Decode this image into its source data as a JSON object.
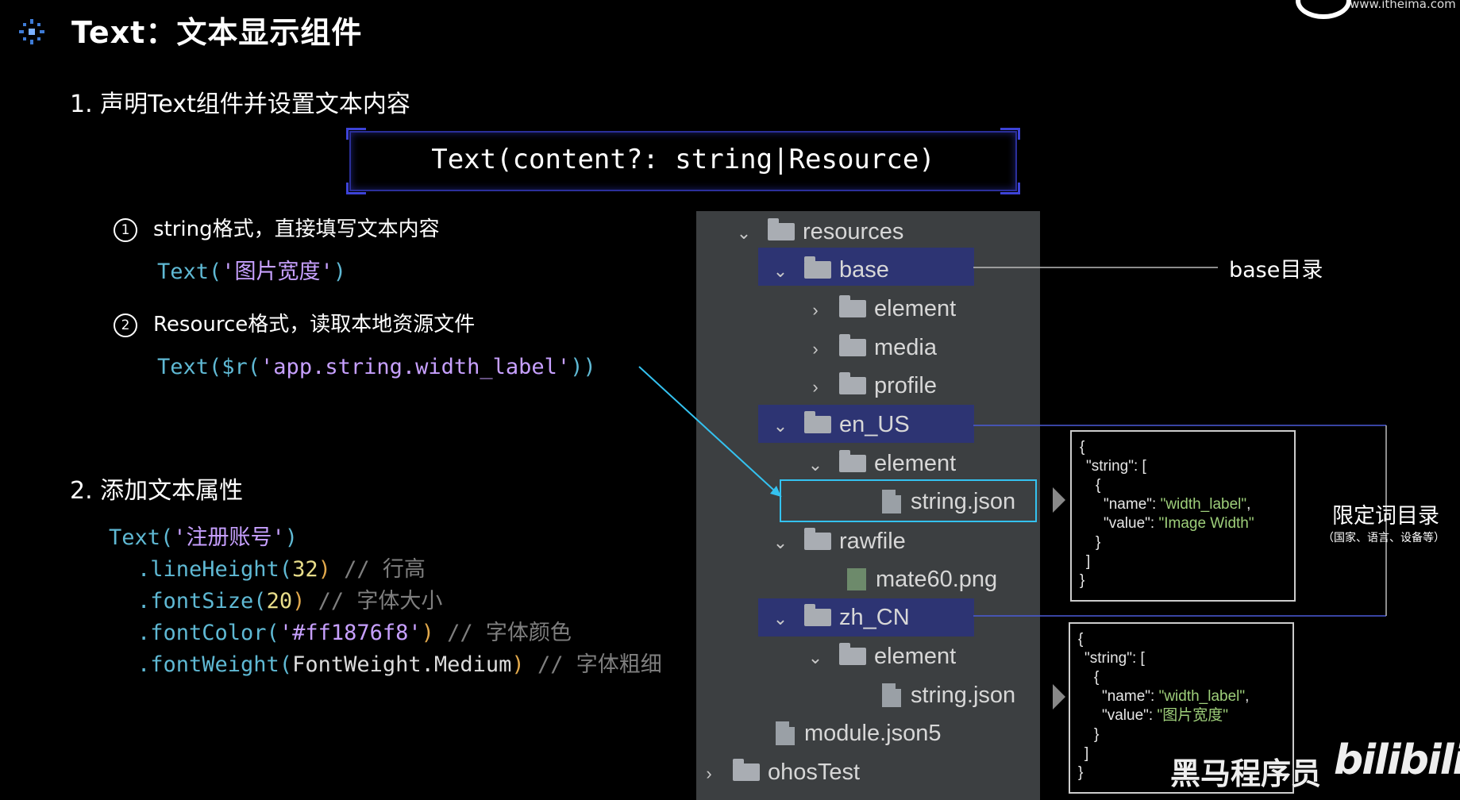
{
  "header": {
    "title": "Text：文本显示组件",
    "site_url": "www.itheima.com"
  },
  "section1": {
    "heading": "1. 声明Text组件并设置文本内容",
    "signature": "Text(content?: string|Resource)",
    "item1": {
      "num": "1",
      "text": "string格式，直接填写文本内容",
      "code_fn": "Text(",
      "code_str": "'图片宽度'",
      "code_close": ")"
    },
    "item2": {
      "num": "2",
      "text": "Resource格式，读取本地资源文件",
      "code_fn": "Text($r(",
      "code_str": "'app.string.width_label'",
      "code_close": "))"
    }
  },
  "section2": {
    "heading": "2. 添加文本属性",
    "lines": [
      {
        "a": "Text(",
        "b": "'注册账号'",
        "c": ")",
        "cmt": ""
      },
      {
        "a": ".lineHeight(",
        "b": "32",
        "c": ")",
        "cmt": "// 行高"
      },
      {
        "a": ".fontSize(",
        "b": "20",
        "c": ")",
        "cmt": "// 字体大小"
      },
      {
        "a": ".fontColor(",
        "b": "'#ff1876f8'",
        "c": ")",
        "cmt": "// 字体颜色"
      },
      {
        "a": ".fontWeight(",
        "b": "FontWeight.Medium",
        "c": ")",
        "cmt": "// 字体粗细"
      }
    ]
  },
  "tree": {
    "items": [
      {
        "name": "resources",
        "icon": "folder-icon",
        "chev": "v"
      },
      {
        "name": "base",
        "icon": "folder-icon",
        "chev": "v"
      },
      {
        "name": "element",
        "icon": "folder-icon",
        "chev": ">"
      },
      {
        "name": "media",
        "icon": "folder-icon",
        "chev": ">"
      },
      {
        "name": "profile",
        "icon": "folder-icon",
        "chev": ">"
      },
      {
        "name": "en_US",
        "icon": "folder-icon",
        "chev": "v"
      },
      {
        "name": "element",
        "icon": "folder-icon",
        "chev": "v"
      },
      {
        "name": "string.json",
        "icon": "json-file-icon",
        "chev": ""
      },
      {
        "name": "rawfile",
        "icon": "folder-icon",
        "chev": "v"
      },
      {
        "name": "mate60.png",
        "icon": "image-file-icon",
        "chev": ""
      },
      {
        "name": "zh_CN",
        "icon": "folder-icon",
        "chev": "v"
      },
      {
        "name": "element",
        "icon": "folder-icon",
        "chev": "v"
      },
      {
        "name": "string.json",
        "icon": "json-file-icon",
        "chev": ""
      },
      {
        "name": "module.json5",
        "icon": "json-file-icon",
        "chev": ""
      },
      {
        "name": "ohosTest",
        "icon": "folder-icon",
        "chev": ">"
      }
    ]
  },
  "annotations": {
    "base_label": "base目录",
    "qualifier_label": "限定词目录",
    "qualifier_sub": "（国家、语言、设备等）"
  },
  "json_en": {
    "l1": "{",
    "l2_key": "\"string\": [",
    "l3": "{",
    "l4_key": "\"name\": ",
    "l4_val": "\"width_label\"",
    "l4_end": ",",
    "l5_key": "\"value\": ",
    "l5_val": "\"Image Width\"",
    "l6": "}",
    "l7": "]",
    "l8": "}"
  },
  "json_zh": {
    "l1": "{",
    "l2_key": "\"string\": [",
    "l3": "{",
    "l4_key": "\"name\": ",
    "l4_val": "\"width_label\"",
    "l4_end": ",",
    "l5_key": "\"value\": ",
    "l5_val": "\"图片宽度\"",
    "l6": "}",
    "l7": "]",
    "l8": "}"
  },
  "watermark": {
    "brand": "黑马程序员",
    "bili": "bilibili"
  },
  "colors": {
    "code_function": "#5fb9d4",
    "code_string": "#c7a0ff",
    "code_number": "#e8dd8a",
    "code_comment": "#7f7f7f",
    "tree_bg": "#3c3f41",
    "tree_highlight": "#2d3473",
    "selection_border": "#34c2f0"
  }
}
